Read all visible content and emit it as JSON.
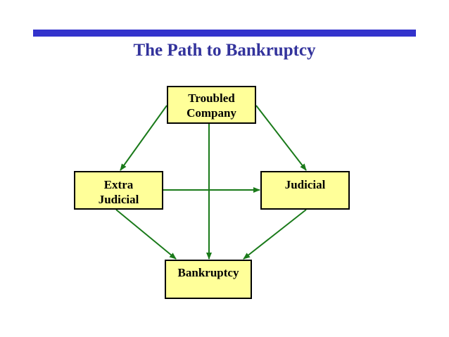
{
  "title": "The Path to Bankruptcy",
  "colors": {
    "bar": "#3333cc",
    "title": "#33339c",
    "box_fill": "#ffff99",
    "box_border": "#000000",
    "arrow": "#1a7a1a"
  },
  "nodes": {
    "troubled": "Troubled\nCompany",
    "extra_judicial": "Extra\nJudicial",
    "judicial": "Judicial",
    "bankruptcy": "Bankruptcy"
  },
  "edges": [
    {
      "from": "troubled",
      "to": "extra_judicial"
    },
    {
      "from": "troubled",
      "to": "judicial"
    },
    {
      "from": "troubled",
      "to": "bankruptcy"
    },
    {
      "from": "extra_judicial",
      "to": "judicial"
    },
    {
      "from": "extra_judicial",
      "to": "bankruptcy"
    },
    {
      "from": "judicial",
      "to": "bankruptcy"
    }
  ]
}
